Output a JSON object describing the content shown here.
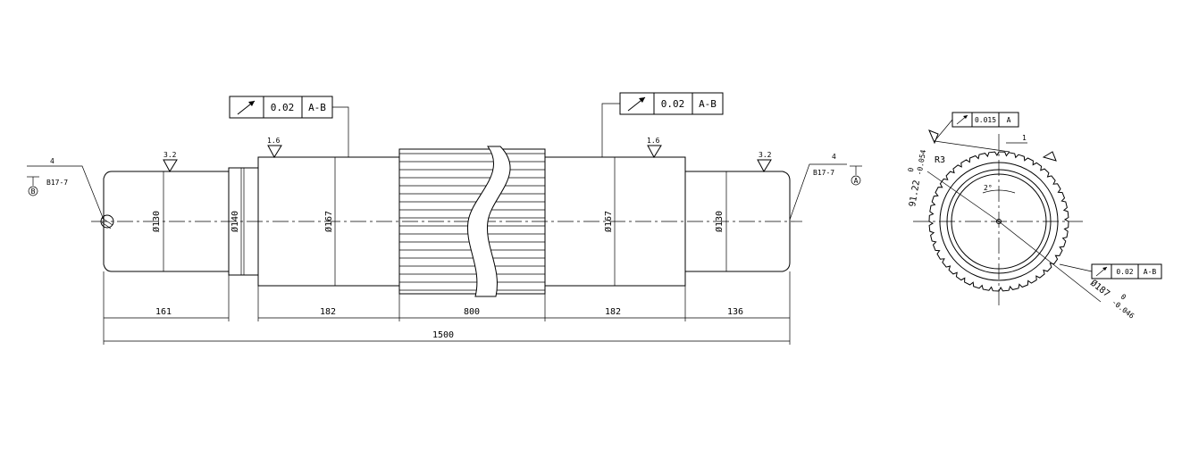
{
  "colors": {
    "line": "#000000",
    "background": "#ffffff"
  },
  "shaft": {
    "diameters": [
      "Ø130",
      "Ø140",
      "Ø167",
      "Ø167",
      "Ø130"
    ],
    "segment_lengths": [
      "161",
      "182",
      "800",
      "182",
      "136"
    ],
    "overall_length": "1500",
    "roughness": [
      "3.2",
      "1.6",
      "1.6",
      "3.2"
    ],
    "end_leader_value": "4",
    "centre_hole_left": "B17-7",
    "centre_hole_right": "B17-7",
    "datum_left": "B",
    "datum_right": "A"
  },
  "tolerance_frames": [
    {
      "symbol": "runout-arrow",
      "value": "0.02",
      "datum": "A-B"
    },
    {
      "symbol": "runout-arrow",
      "value": "0.02",
      "datum": "A-B"
    }
  ],
  "end_view": {
    "frame_top": {
      "value": "0.015",
      "datum": "A"
    },
    "frame_bottom": {
      "value": "0.02",
      "datum": "A-B"
    },
    "radius_label": "R3",
    "angle_label": "2°",
    "small_dim": "1",
    "root_dim_main": "91.22",
    "root_dim_tol_upper": "0",
    "root_dim_tol_lower": "-0.054",
    "outer_dim_main": "Ø187",
    "outer_dim_tol_upper": "0",
    "outer_dim_tol_lower": "-0.046"
  }
}
